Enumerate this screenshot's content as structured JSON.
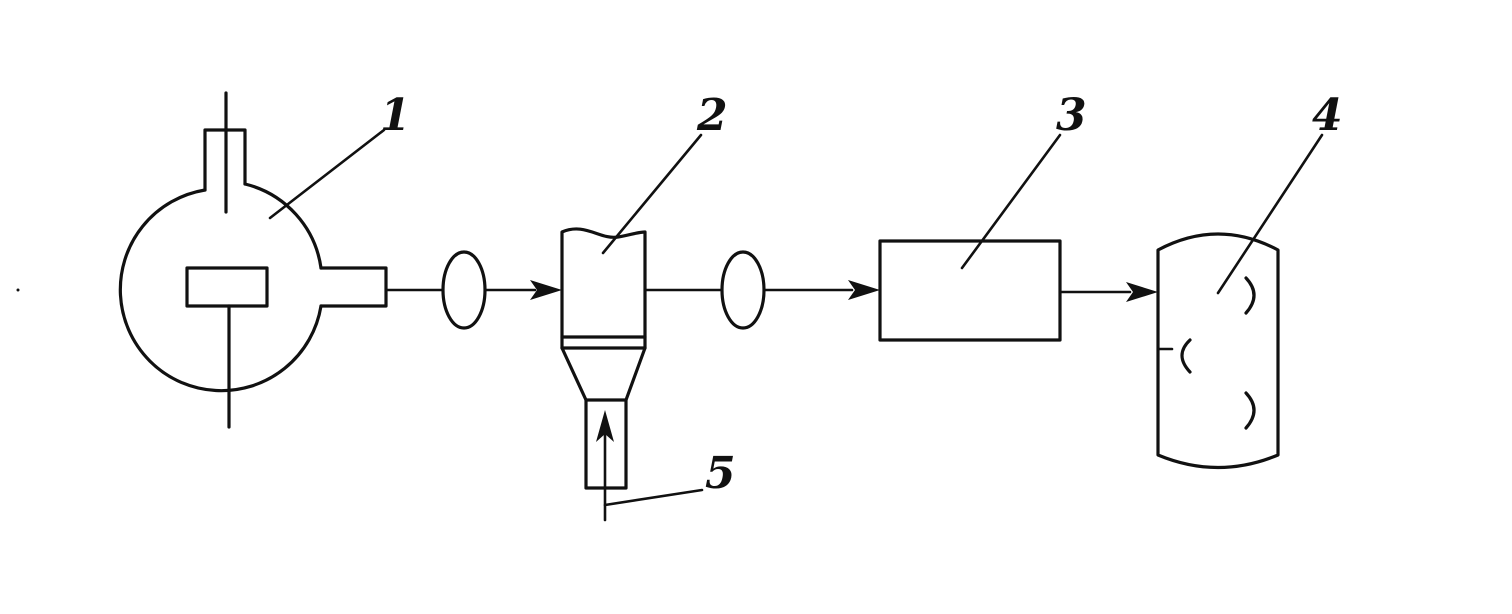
{
  "callouts": {
    "label_1": "1",
    "label_2": "2",
    "label_3": "3",
    "label_4": "4",
    "label_5": "5"
  },
  "colors": {
    "ink": "#111111",
    "background": "#ffffff"
  }
}
